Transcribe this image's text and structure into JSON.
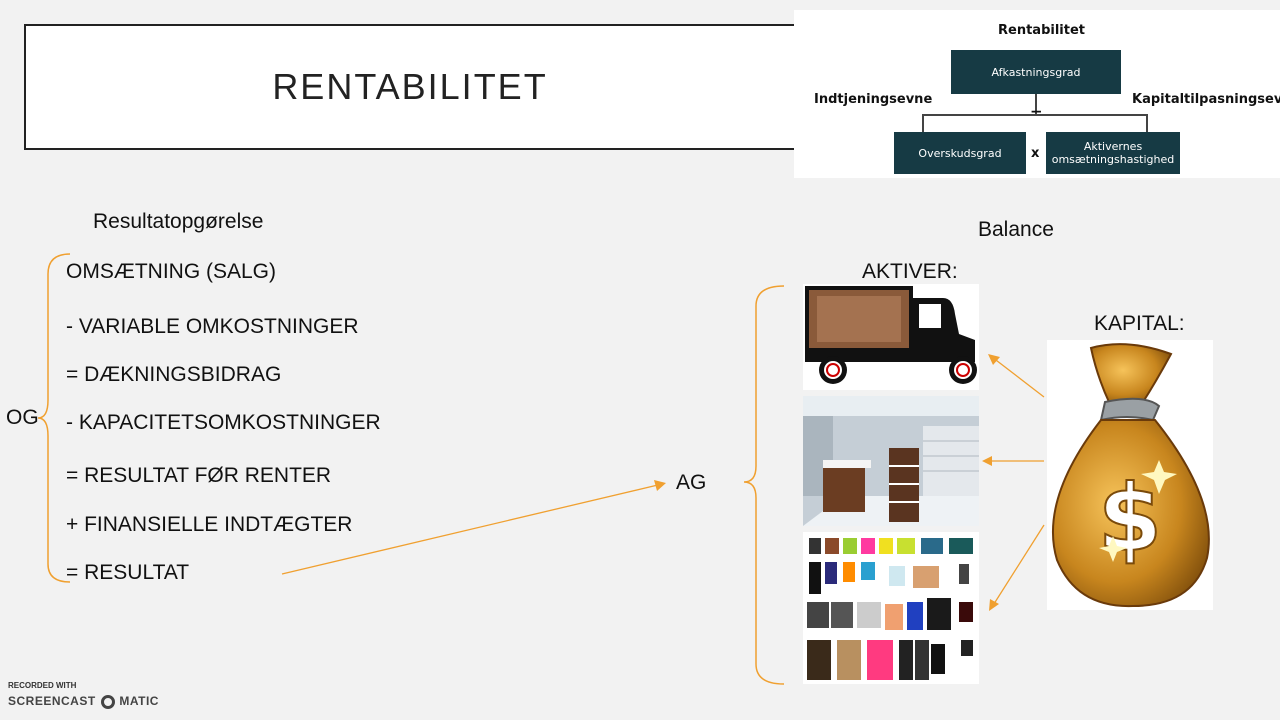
{
  "slide": {
    "title": "RENTABILITET"
  },
  "diagram": {
    "top_label": "Rentabilitet",
    "center_box": "Afkastningsgrad",
    "left_label": "Indtjeningsevne",
    "right_label": "Kapitaltilpasningsevne",
    "equals": "=",
    "left_box": "Overskudsgrad",
    "times": "x",
    "right_box_line1": "Aktivernes",
    "right_box_line2": "omsætningshastighed",
    "box_color": "#163a44"
  },
  "income_statement": {
    "heading": "Resultatopgørelse",
    "brace_label": "OG",
    "lines": [
      "OMSÆTNING (SALG)",
      "- VARIABLE OMKOSTNINGER",
      "= DÆKNINGSBIDRAG",
      "- KAPACITETSOMKOSTNINGER",
      "= RESULTAT FØR RENTER",
      "+ FINANSIELLE INDTÆGTER",
      "= RESULTAT"
    ]
  },
  "balance": {
    "heading": "Balance",
    "assets_label": "AKTIVER:",
    "capital_label": "KAPITAL:",
    "ag_label": "AG",
    "accent_color": "#f0a030"
  },
  "watermark": {
    "line1": "RECORDED WITH",
    "brand_left": "SCREENCAST",
    "brand_right": "MATIC"
  }
}
